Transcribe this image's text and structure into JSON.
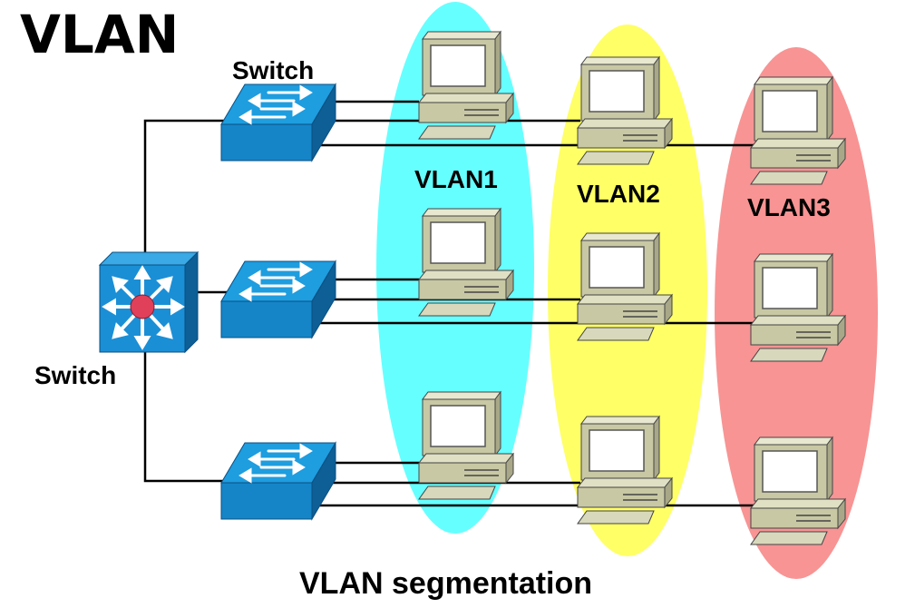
{
  "title": "VLAN",
  "caption": "VLAN segmentation",
  "core_switch": {
    "label": "Switch",
    "icon": "multilayer-switch-icon"
  },
  "access_switch_label": "Switch",
  "vlans": [
    {
      "label": "VLAN1",
      "color": "#66ffff"
    },
    {
      "label": "VLAN2",
      "color": "#ffff66"
    },
    {
      "label": "VLAN3",
      "color": "#f89494"
    }
  ],
  "colors": {
    "switch_blue": "#1a8fd6",
    "computer_beige": "#d2d2b0",
    "core_center": "#e0405a"
  }
}
